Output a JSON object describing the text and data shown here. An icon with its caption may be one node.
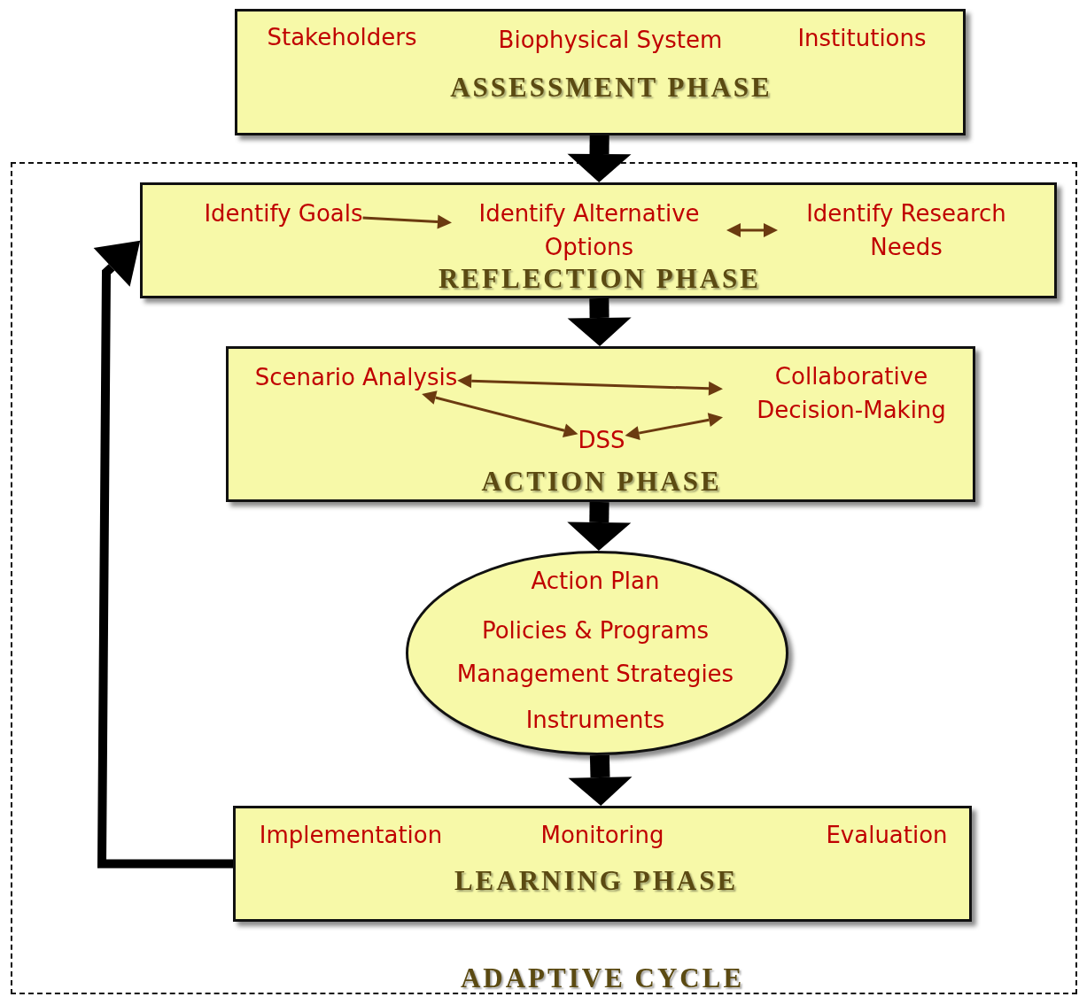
{
  "diagram": {
    "nodes": [
      {
        "text": [
          "ASSESSMENT PHASE"
        ]
      },
      {
        "text": [
          "Stakeholders"
        ],
        "in": 0
      },
      {
        "text": [
          "Biophysical System"
        ],
        "in": 0
      },
      {
        "text": [
          "Institutions"
        ],
        "in": 0
      },
      {
        "text": [
          "ADAPTIVE CYCLE"
        ]
      },
      {
        "text": [
          "REFLECTION PHASE"
        ],
        "in": 4
      },
      {
        "text": [
          "Identify Goals"
        ],
        "in": 5
      },
      {
        "text": [
          "Identify Alternative Options"
        ],
        "in": 5
      },
      {
        "text": [
          "Identify Research Needs"
        ],
        "in": 5
      },
      {
        "text": [
          "ACTION PHASE"
        ],
        "in": 4
      },
      {
        "text": [
          "Scenario Analysis"
        ],
        "in": 9
      },
      {
        "text": [
          "Collaborative Decision-Making"
        ],
        "in": 9
      },
      {
        "text": [
          "DSS"
        ],
        "in": 9
      },
      {
        "text": [
          "Action Plan",
          "Policies & Programs",
          "Management Strategies",
          "Instruments"
        ],
        "in": 4
      },
      {
        "text": [
          "LEARNING PHASE"
        ],
        "in": 4
      },
      {
        "text": [
          "Implementation"
        ],
        "in": 14
      },
      {
        "text": [
          "Monitoring"
        ],
        "in": 14
      },
      {
        "text": [
          "Evaluation"
        ],
        "in": 14
      }
    ],
    "edges": [
      {
        "from": 0,
        "to": 5,
        "arrow": "to",
        "style": "thick"
      },
      {
        "from": 6,
        "to": 7,
        "arrow": "to",
        "color": "#6b3a10"
      },
      {
        "from": 7,
        "to": 8,
        "arrow": "both",
        "color": "#6b3a10"
      },
      {
        "from": 10,
        "to": 11,
        "arrow": "both",
        "color": "#6b3a10"
      },
      {
        "from": 10,
        "to": 12,
        "arrow": "both",
        "color": "#6b3a10"
      },
      {
        "from": 12,
        "to": 11,
        "arrow": "both",
        "color": "#6b3a10"
      },
      {
        "from": 5,
        "to": 9,
        "arrow": "to",
        "style": "thick"
      },
      {
        "from": 9,
        "to": 13,
        "arrow": "to",
        "style": "thick"
      },
      {
        "from": 13,
        "to": 14,
        "arrow": "to",
        "style": "thick"
      },
      {
        "from": 14,
        "to": 5,
        "arrow": "to",
        "style": "thick"
      }
    ]
  }
}
